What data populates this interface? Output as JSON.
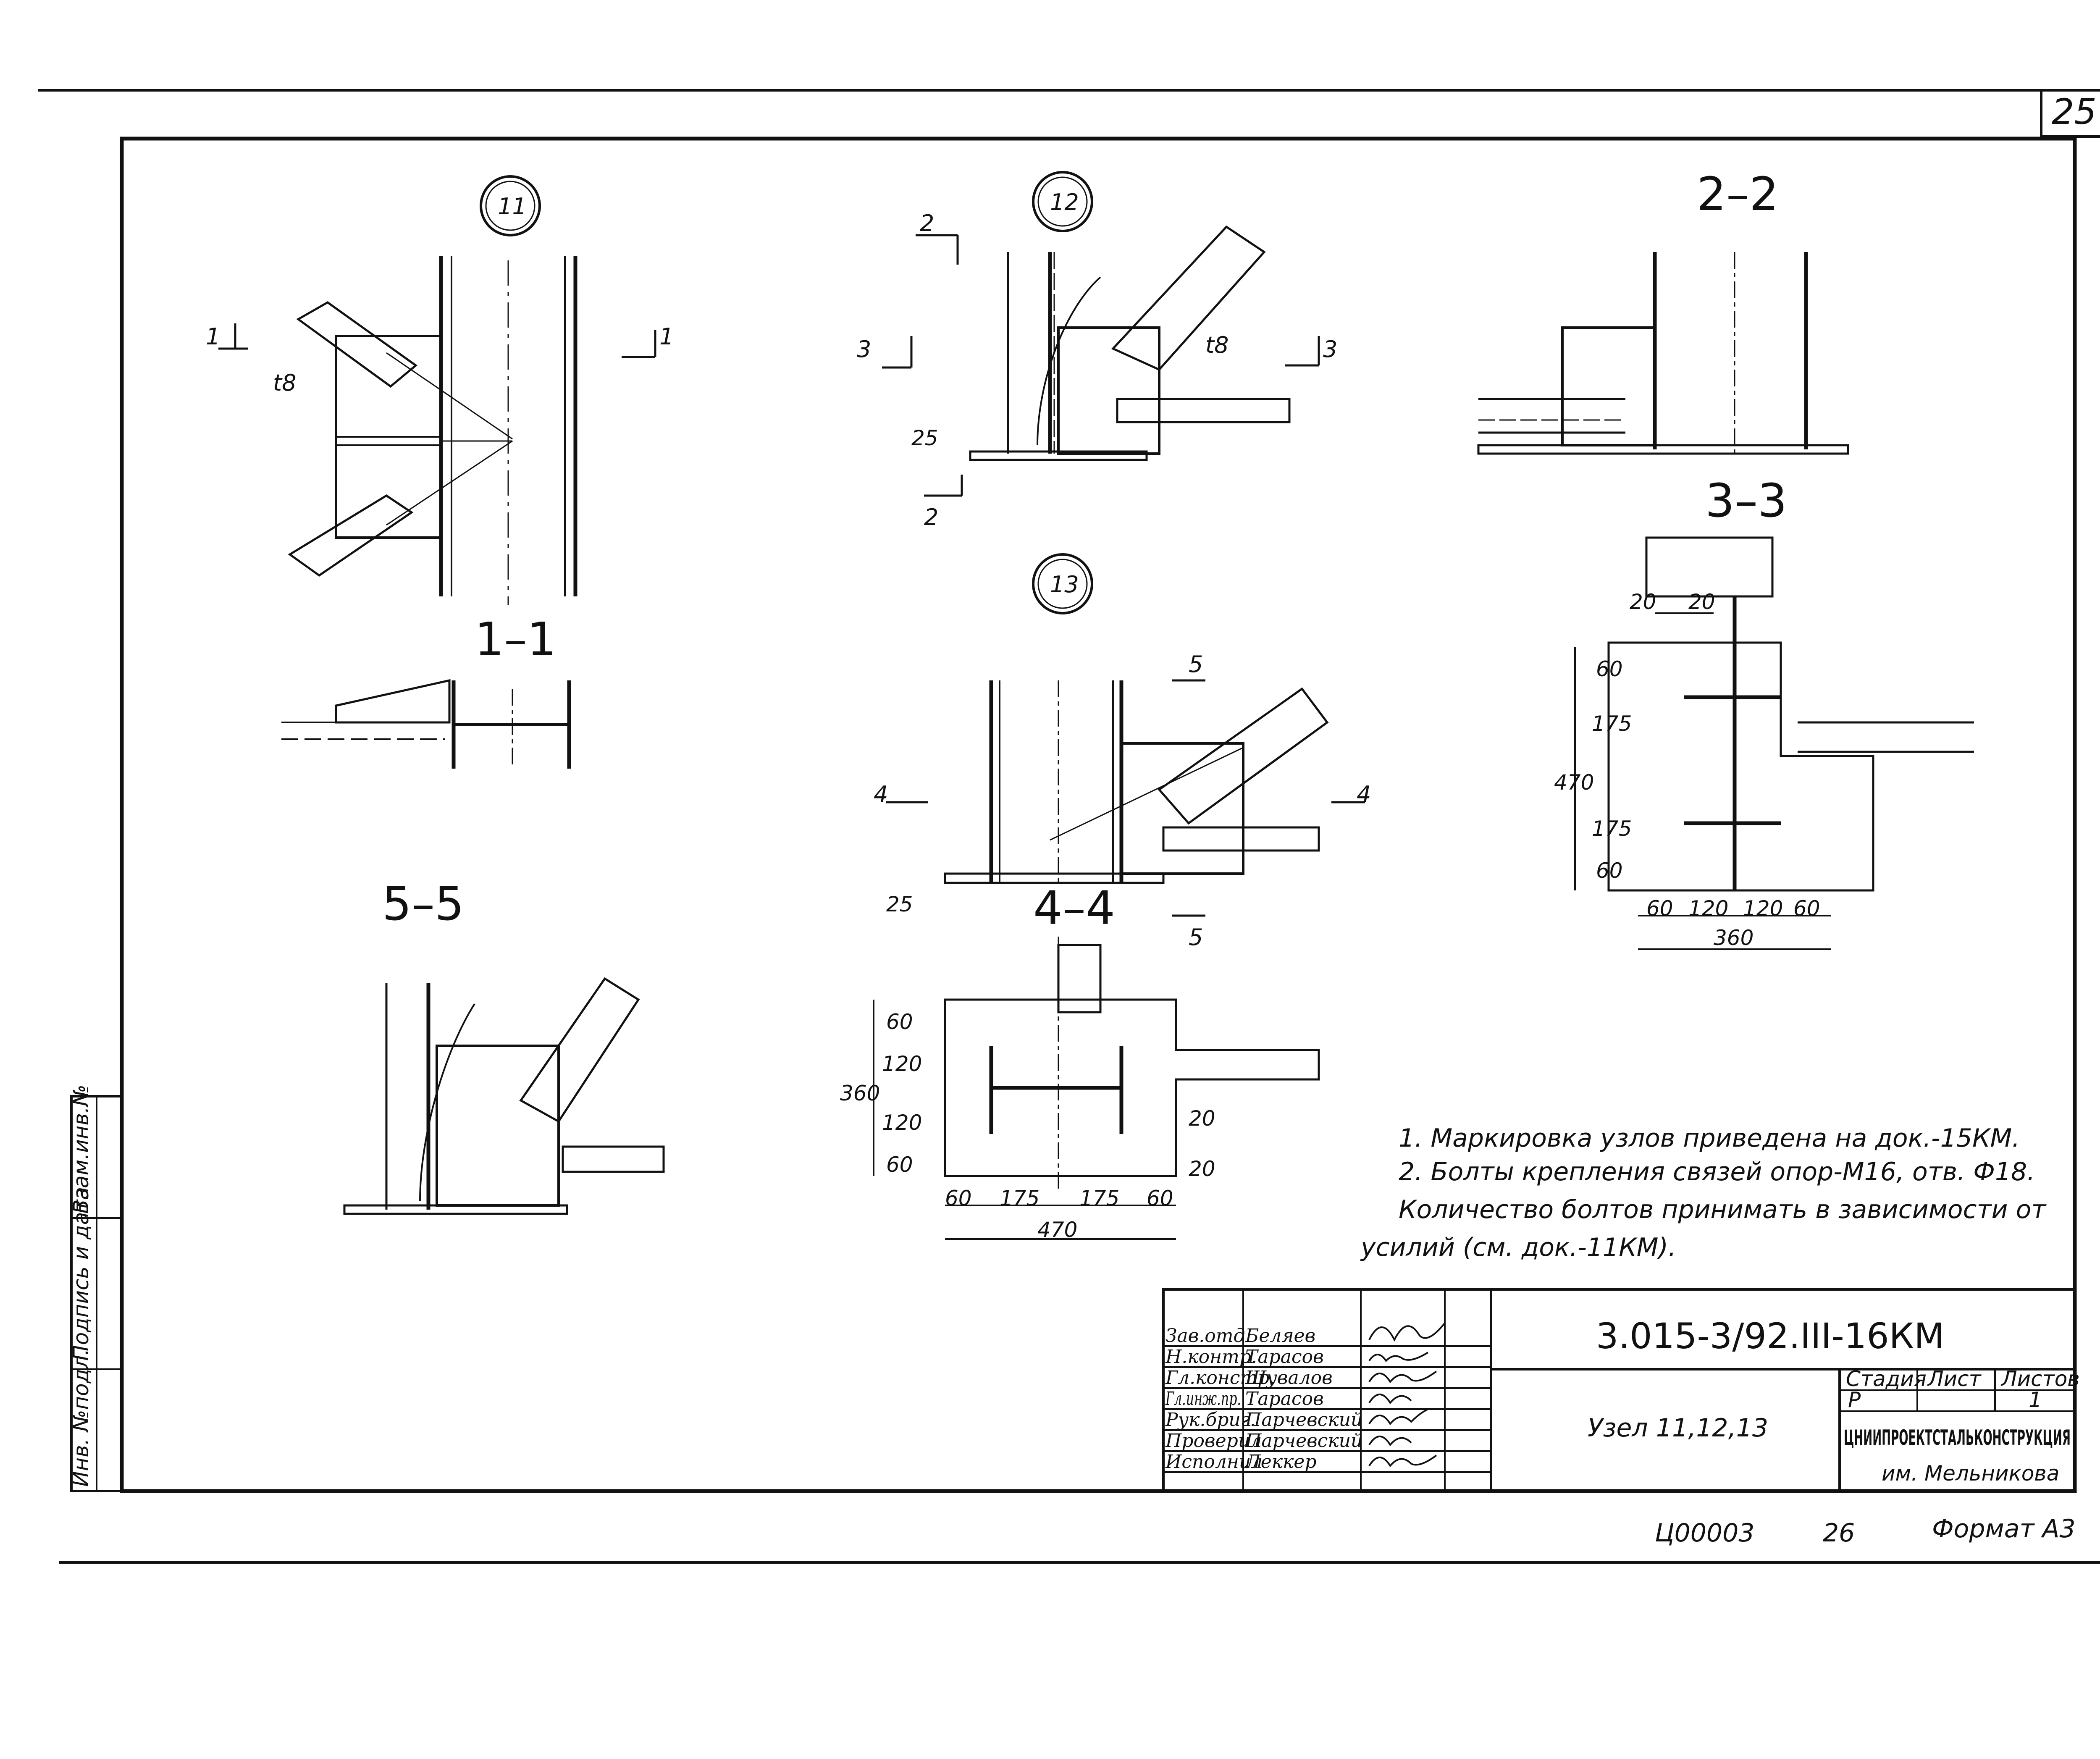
{
  "sheet": {
    "sheet_number": "25",
    "bottom_code": "Ц00003",
    "bottom_number": "26",
    "format": "Формат А3"
  },
  "nodes": {
    "n11": "11",
    "n12": "12",
    "n13": "13"
  },
  "sections": {
    "s11": "1–1",
    "s22": "2–2",
    "s33": "3–3",
    "s44": "4–4",
    "s55": "5–5"
  },
  "markers": {
    "one": "1",
    "two": "2",
    "three": "3",
    "four": "4",
    "five": "5",
    "plate_t8": "t8"
  },
  "dimensions": {
    "d25": "25",
    "d20": "20",
    "d60": "60",
    "d120": "120",
    "d175": "175",
    "d360": "360",
    "d470": "470"
  },
  "notes": [
    "1.   Маркировка узлов приведена на док.-15КМ.",
    "2.   Болты крепления связей опор-М16, отв. Ф18.",
    "       Количество болтов принимать в зависимости от",
    "усилий  (см. док.-11КМ)."
  ],
  "titleblock": {
    "code": "3.015-3/92.III-16КМ",
    "drawing_title": "Узел 11,12,13",
    "stage_label": "Стадия",
    "sheet_label": "Лист",
    "sheets_label": "Листов",
    "stage": "Р",
    "sheets": "1",
    "org_line1": "ЦНИИПРОЕКТСТАЛЬКОНСТРУКЦИЯ",
    "org_line2": "им. Мельникова",
    "staff": [
      {
        "role": "Зав.отд.",
        "name": "Беляев"
      },
      {
        "role": "Н.контр.",
        "name": "Тарасов"
      },
      {
        "role": "Гл.констр.",
        "name": "Шувалов"
      },
      {
        "role": "Гл.инж.пр.",
        "name": "Тарасов"
      },
      {
        "role": "Рук.бриг.",
        "name": "Парчевский"
      },
      {
        "role": "Проверил",
        "name": "Парчевский"
      },
      {
        "role": "Исполнил",
        "name": "Леккер"
      }
    ]
  },
  "side_stamp": {
    "inv_podl": "Инв. №подл.",
    "podpis": "Подпись и дата",
    "vzam": "Взам.инв.№"
  }
}
